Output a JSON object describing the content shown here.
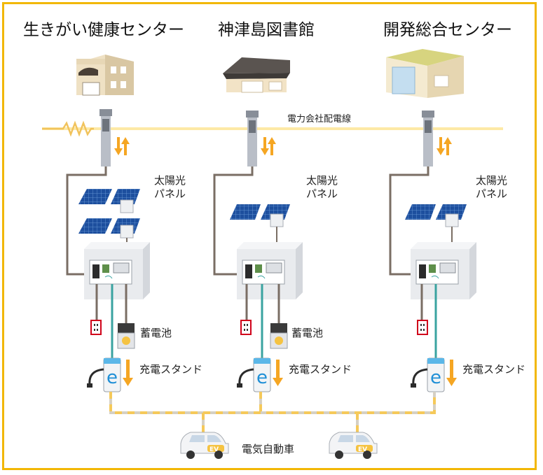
{
  "buildings": [
    {
      "name": "生きがい健康センター"
    },
    {
      "name": "神津島図書館"
    },
    {
      "name": "開発総合センター"
    }
  ],
  "grid_line_label": "電力会社配電線",
  "solar_label_line1": "太陽光",
  "solar_label_line2": "パネル",
  "battery_label": "蓄電池",
  "charger_label": "充電スタンド",
  "ev_label": "電気自動車",
  "ev_badge": "EV",
  "charger_letter": "e",
  "colors": {
    "frame": "#f2b705",
    "power_line": "#fde9a6",
    "arrow": "#f5a623",
    "cable": "#7a6e64",
    "panel": "#1d4f9e",
    "dash": "#f5c95a"
  }
}
